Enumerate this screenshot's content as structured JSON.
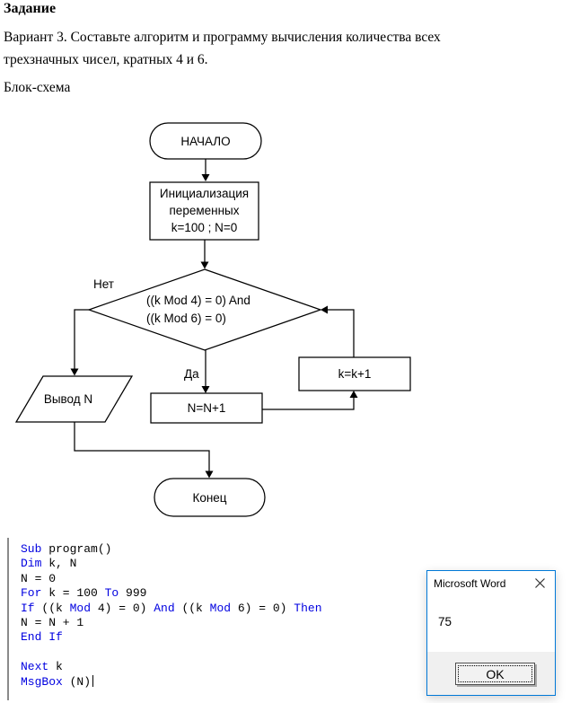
{
  "document": {
    "heading": "Задание",
    "paragraph": "Вариант 3. Составьте алгоритм и программу вычисления количества всех трехзначных чисел, кратных 4 и 6.",
    "flowchart_caption": "Блок-схема"
  },
  "flowchart": {
    "start_label": "НАЧАЛО",
    "init_block": {
      "line1": "Инициализация",
      "line2": "переменных",
      "line3": "k=100 ; N=0"
    },
    "condition": {
      "line1": "((k Mod 4) = 0) And",
      "line2": "((k Mod 6) = 0)"
    },
    "no_label": "Нет",
    "yes_label": "Да",
    "output_label": "Вывод N",
    "increment_n_label": "N=N+1",
    "increment_k_label": "k=k+1",
    "end_label": "Конец"
  },
  "code": {
    "keyword_color": "#0000e0",
    "text_color": "#000000",
    "lines": [
      {
        "segments": [
          {
            "text": "Sub",
            "kw": true
          },
          {
            "text": " program()",
            "kw": false
          }
        ]
      },
      {
        "segments": [
          {
            "text": "Dim",
            "kw": true
          },
          {
            "text": " k, N",
            "kw": false
          }
        ]
      },
      {
        "segments": [
          {
            "text": "N = 0",
            "kw": false
          }
        ]
      },
      {
        "segments": [
          {
            "text": "For",
            "kw": true
          },
          {
            "text": " k = 100 ",
            "kw": false
          },
          {
            "text": "To",
            "kw": true
          },
          {
            "text": " 999",
            "kw": false
          }
        ]
      },
      {
        "segments": [
          {
            "text": "If",
            "kw": true
          },
          {
            "text": " ((k ",
            "kw": false
          },
          {
            "text": "Mod",
            "kw": true
          },
          {
            "text": " 4) = 0) ",
            "kw": false
          },
          {
            "text": "And",
            "kw": true
          },
          {
            "text": " ((k ",
            "kw": false
          },
          {
            "text": "Mod",
            "kw": true
          },
          {
            "text": " 6) = 0) ",
            "kw": false
          },
          {
            "text": "Then",
            "kw": true
          }
        ]
      },
      {
        "segments": [
          {
            "text": "N = N + 1",
            "kw": false
          }
        ]
      },
      {
        "segments": [
          {
            "text": "End If",
            "kw": true
          }
        ]
      },
      {
        "segments": []
      },
      {
        "segments": [
          {
            "text": "Next",
            "kw": true
          },
          {
            "text": " k",
            "kw": false
          }
        ]
      },
      {
        "segments": [
          {
            "text": "MsgBox",
            "kw": true
          },
          {
            "text": " (N)",
            "kw": false
          }
        ],
        "caret": true
      }
    ]
  },
  "dialog": {
    "title": "Microsoft Word",
    "message": "75",
    "ok_label": "OK",
    "accent_border_color": "#0078d7"
  }
}
